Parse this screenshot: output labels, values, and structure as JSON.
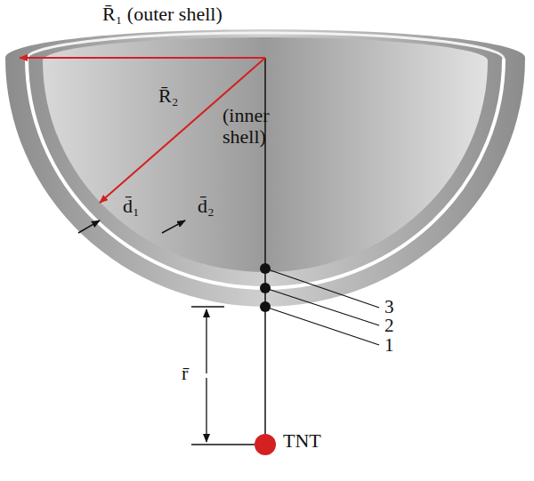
{
  "diagram": {
    "labels": [
      "R̄₁ (outer shell)",
      "R̄₂",
      "(inner shell)",
      "d̄₁",
      "d̄₂",
      "3",
      "2",
      "1",
      "r̄",
      "TNT"
    ]
  }
}
